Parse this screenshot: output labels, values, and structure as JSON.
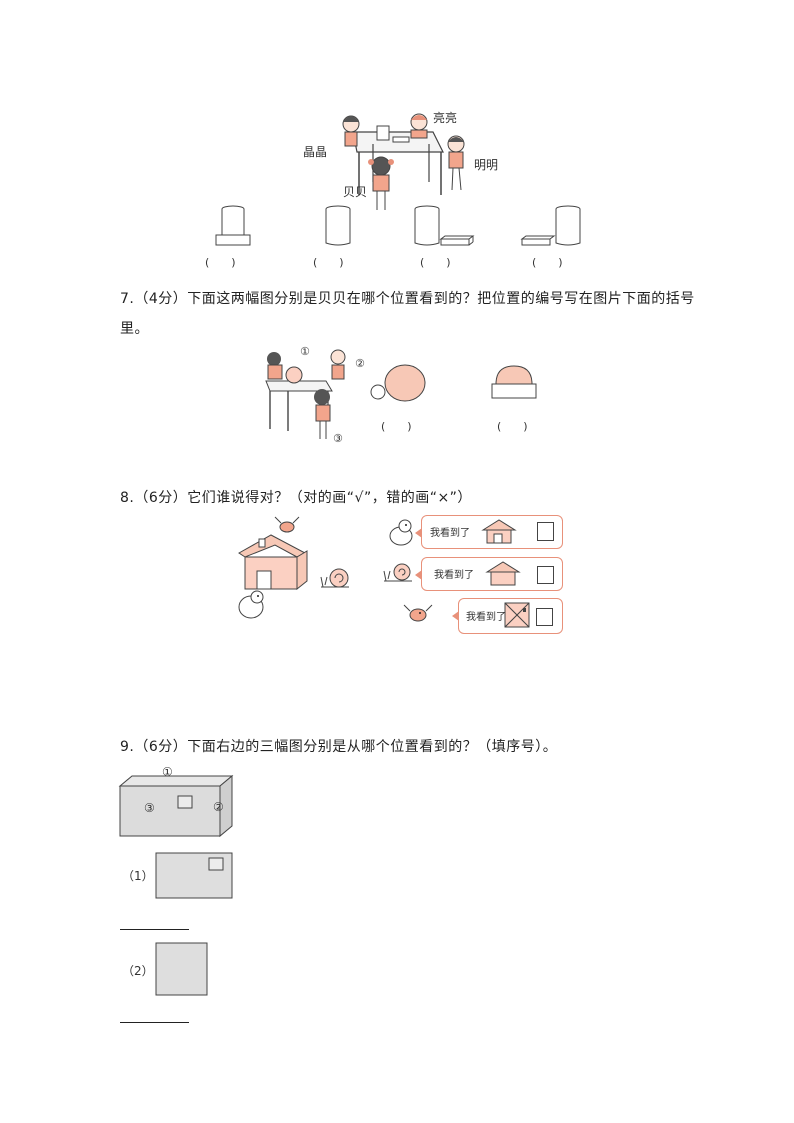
{
  "q6": {
    "names": {
      "jingjing": "晶晶",
      "liangliang": "亮亮",
      "mingming": "明明",
      "beibei": "贝贝"
    },
    "parens": [
      "(　　)",
      "(　　)",
      "(　　)",
      "(　　)"
    ]
  },
  "q7": {
    "line1": "7.（4分）下面这两幅图分别是贝贝在哪个位置看到的？把位置的编号写在图片下面的括号",
    "line2": "里。",
    "markers": [
      "①",
      "②",
      "③"
    ],
    "parens": [
      "(　　)",
      "(　　)"
    ]
  },
  "q8": {
    "text": "8.（6分）它们谁说得对？（对的画“√”，错的画“×”）",
    "bubbles": [
      "我看到了",
      "我看到了",
      "我看到了"
    ]
  },
  "q9": {
    "text": "9.（6分）下面右边的三幅图分别是从哪个位置看到的？（填序号）。",
    "markers": [
      "①",
      "②",
      "③"
    ],
    "options": [
      "（1）",
      "（2）"
    ]
  }
}
